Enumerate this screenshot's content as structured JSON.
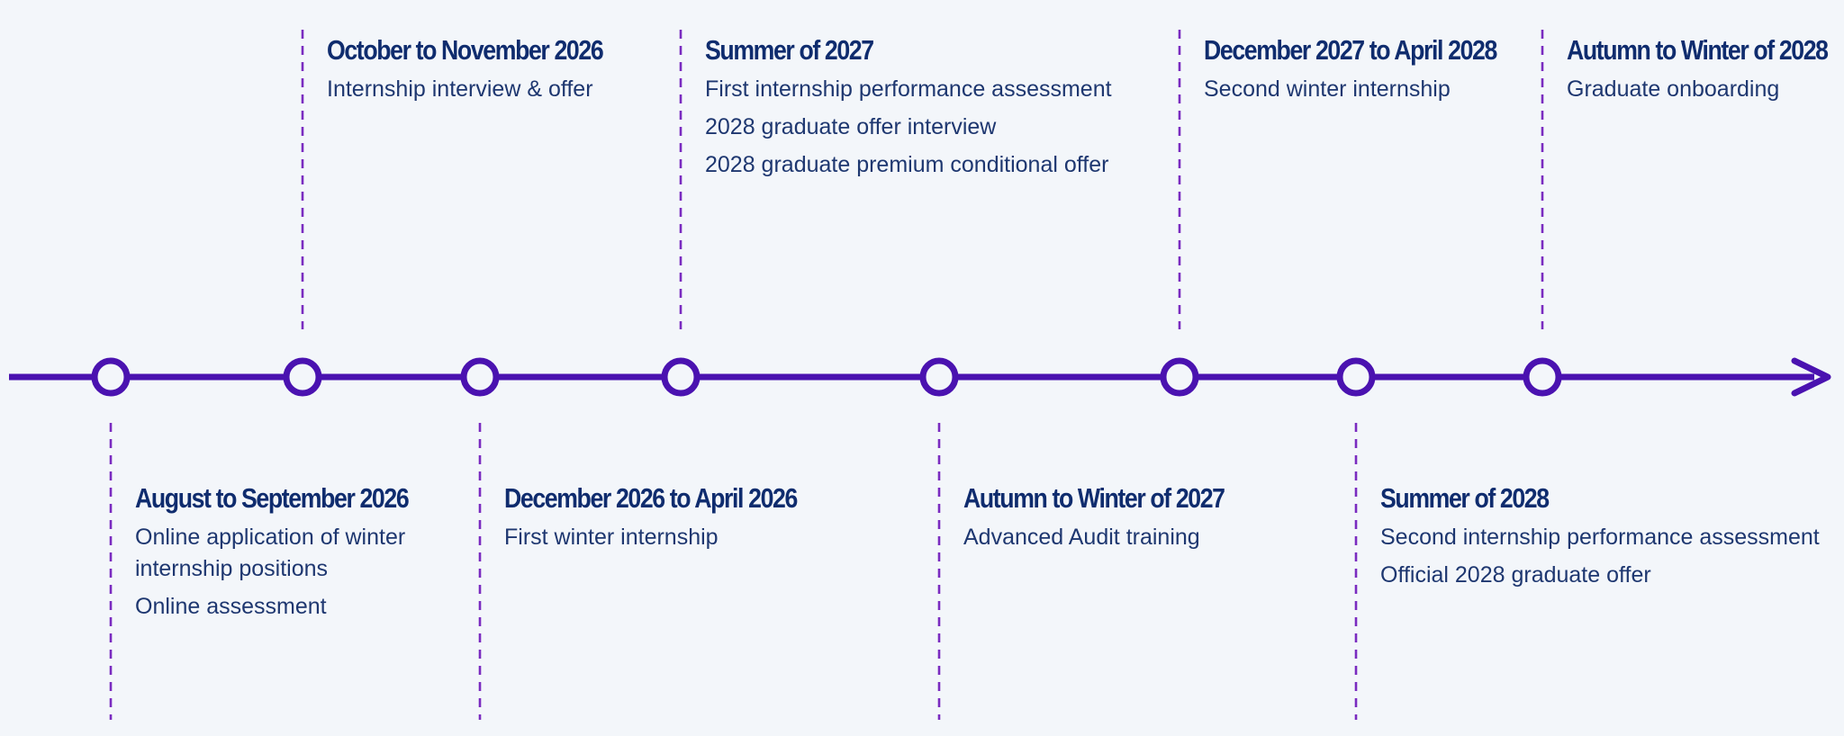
{
  "colors": {
    "background": "#f3f6fa",
    "timeline": "#4a12b0",
    "title": "#0f2c6e",
    "text": "#1e3770",
    "dashed": "#7a2bc0"
  },
  "timeline": {
    "arrow_icon": "arrow-right-icon",
    "milestones": [
      {
        "position": "below",
        "title": "August to September 2026",
        "lines": [
          "Online application of winter internship positions",
          "Online assessment"
        ]
      },
      {
        "position": "above",
        "title": "October to November 2026",
        "lines": [
          "Internship interview & offer"
        ]
      },
      {
        "position": "below",
        "title": "December 2026 to April 2026",
        "lines": [
          "First winter internship"
        ]
      },
      {
        "position": "above",
        "title": "Summer of 2027",
        "lines": [
          "First internship performance assessment",
          "2028 graduate offer interview",
          "2028 graduate premium conditional offer"
        ]
      },
      {
        "position": "below",
        "title": "Autumn to Winter of 2027",
        "lines": [
          "Advanced Audit training"
        ]
      },
      {
        "position": "above",
        "title": "December 2027 to April 2028",
        "lines": [
          "Second winter internship"
        ]
      },
      {
        "position": "below",
        "title": "Summer of 2028",
        "lines": [
          "Second internship performance assessment",
          "Official 2028 graduate offer"
        ]
      },
      {
        "position": "above",
        "title": "Autumn to Winter of 2028",
        "lines": [
          "Graduate onboarding"
        ]
      }
    ]
  }
}
